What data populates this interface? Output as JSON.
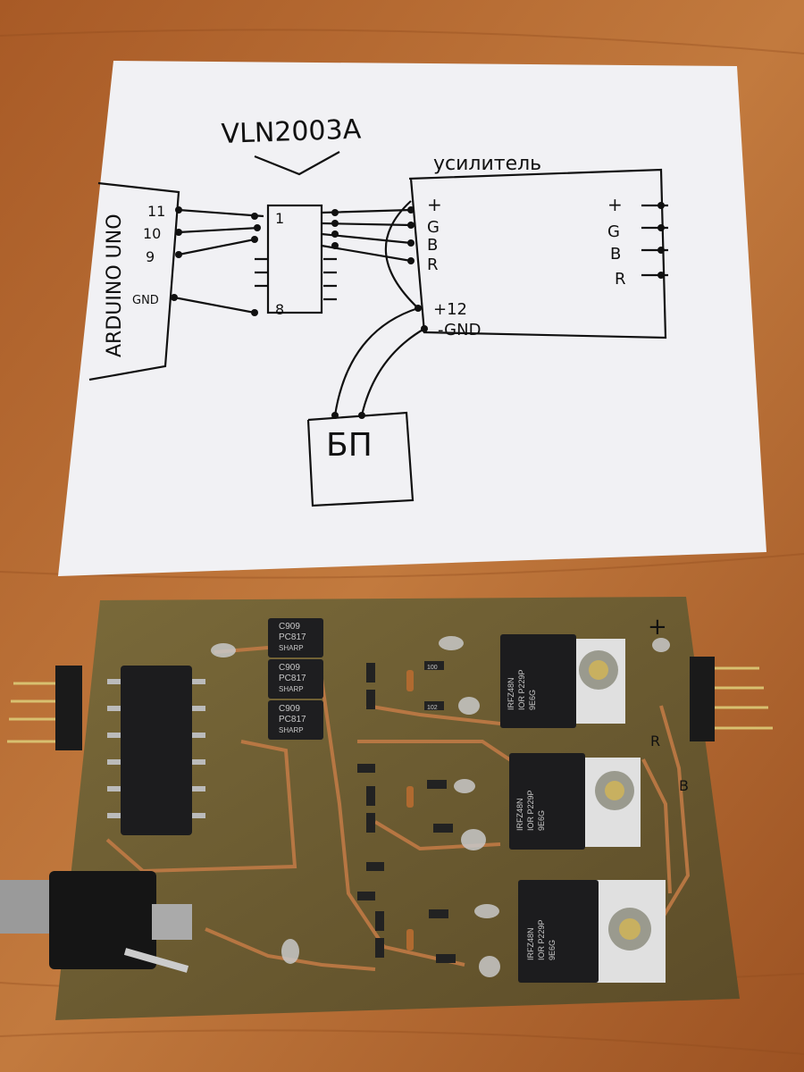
{
  "sketch": {
    "chip_label": "VLN2003A",
    "arduino_label": "ARDUINO UNO",
    "arduino_pins": [
      "11",
      "10",
      "9",
      "GND"
    ],
    "chip_pins": [
      "1",
      "8"
    ],
    "amp_label": "усилитель",
    "amp_inputs": [
      "+",
      "G",
      "B",
      "R"
    ],
    "amp_power": [
      "+12",
      "-GND"
    ],
    "amp_outputs": [
      "+",
      "G",
      "B",
      "R"
    ],
    "psu_label": "БП"
  },
  "board": {
    "optocoupler": {
      "line1": "C909",
      "line2": "PC817",
      "line3": "SHARP"
    },
    "mosfet": {
      "line1": "IRFZ48N",
      "line2": "IOR P229P",
      "line3": "9E6G"
    },
    "silk_plus": "+",
    "silk_r": "R",
    "silk_b": "B",
    "resistor_codes": [
      "100",
      "102"
    ]
  },
  "colors": {
    "table": "#b8692f",
    "paper": "#f2f2f4",
    "pcb": "#6b5a2e",
    "copper": "#c07a45"
  }
}
